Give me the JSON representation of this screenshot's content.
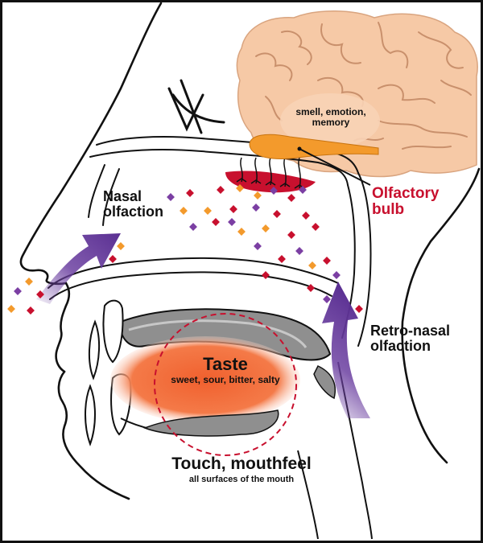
{
  "labels": {
    "brain_note": "smell, emotion,\nmemory",
    "olfactory_bulb": "Olfactory\nbulb",
    "nasal_olfaction": "Nasal\nolfaction",
    "retro_nasal_olfaction": "Retro-nasal\nolfaction",
    "taste_title": "Taste",
    "taste_subtitle": "sweet, sour, bitter, salty",
    "touch_title": "Touch, mouthfeel",
    "touch_subtitle": "all surfaces of the mouth"
  },
  "colors": {
    "outline": "#111111",
    "brain": "#f6c9a6",
    "olfactory_bulb": "#f39a2c",
    "olfactory_epithelium": "#c8102e",
    "bulb_label": "#c8102e",
    "arrow": "#6b3fa0",
    "tongue": "#f06a3a",
    "palate_gray": "#8f8f8f",
    "taste_circle": "#c8102e",
    "odorant_purple": "#7b3fa3",
    "odorant_orange": "#f39a2c",
    "odorant_red": "#c8102e"
  }
}
